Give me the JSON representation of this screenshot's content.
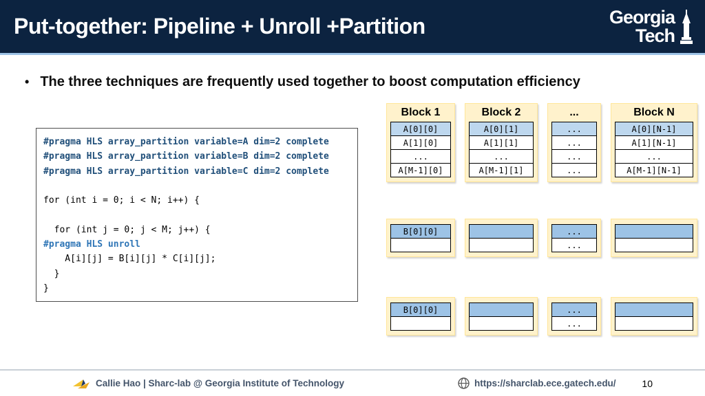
{
  "slide": {
    "title": "Put-together: Pipeline + Unroll +Partition",
    "bullet_marker": "•",
    "bullet": "The three techniques are frequently used together to boost computation efficiency"
  },
  "logo": {
    "line1": "Georgia",
    "line2": "Tech"
  },
  "code": {
    "lines": [
      "#pragma HLS array_partition variable=A dim=2 complete",
      "#pragma HLS array_partition variable=B dim=2 complete",
      "#pragma HLS array_partition variable=C dim=2 complete",
      "",
      "for (int i = 0; i < N; i++) {",
      "",
      "  for (int j = 0; j < M; j++) {",
      "#pragma HLS unroll",
      "    A[i][j] = B[i][j] * C[i][j];",
      "  }",
      "}"
    ]
  },
  "blocks_top": {
    "columns": [
      {
        "header": "Block 1",
        "rows": [
          "A[0][0]",
          "A[1][0]",
          "...",
          "A[M-1][0]"
        ]
      },
      {
        "header": "Block 2",
        "rows": [
          "A[0][1]",
          "A[1][1]",
          "...",
          "A[M-1][1]"
        ]
      },
      {
        "header": "...",
        "rows": [
          "...",
          "...",
          "...",
          "..."
        ]
      },
      {
        "header": "Block N",
        "rows": [
          "A[0][N-1]",
          "A[1][N-1]",
          "...",
          "A[M-1][N-1]"
        ]
      }
    ]
  },
  "blocks_mid": {
    "columns": [
      {
        "rows": [
          "B[0][0]",
          ""
        ]
      },
      {
        "rows": [
          "",
          ""
        ]
      },
      {
        "rows": [
          "...",
          "..."
        ]
      },
      {
        "rows": [
          "",
          ""
        ]
      }
    ]
  },
  "blocks_bot": {
    "columns": [
      {
        "rows": [
          "B[0][0]",
          ""
        ]
      },
      {
        "rows": [
          "",
          ""
        ]
      },
      {
        "rows": [
          "...",
          "..."
        ]
      },
      {
        "rows": [
          "",
          ""
        ]
      }
    ]
  },
  "footer": {
    "author": "Callie Hao | Sharc-lab @ Georgia Institute of Technology",
    "url": "https://sharclab.ece.gatech.edu/",
    "page": "10"
  },
  "colors": {
    "header_navy": "#0C2340",
    "accent_light_blue": "#9DC3E6",
    "panel_yellow": "#FFF2CC",
    "row_highlight_blue": "#BDD7EE",
    "pragma_blue": "#1F4E79"
  }
}
